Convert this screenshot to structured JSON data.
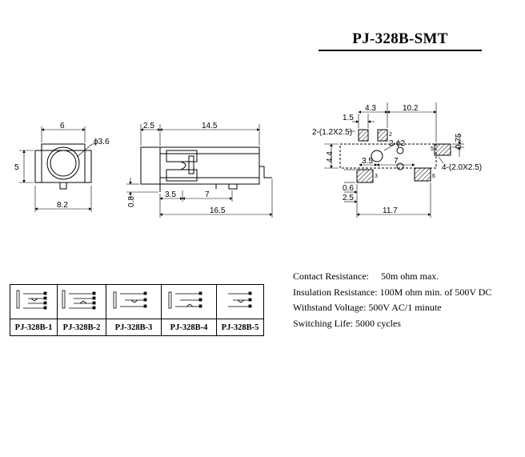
{
  "title": "PJ-328B-SMT",
  "front_view": {
    "width": "6",
    "height": "5",
    "bottom_width": "8.2",
    "hole": "ϕ3.6"
  },
  "side_view": {
    "left": "2.5",
    "length": "14.5",
    "pin_height": "0.8",
    "pin1": "3.5",
    "pin2": "7",
    "total": "16.5"
  },
  "footprint": {
    "d1_5": "1.5",
    "d4_3": "4.3",
    "d10_2": "10.2",
    "d0_75": "0.75",
    "slot_label": "2-(1.2X2.5)",
    "hole_label": "2-ϕ2",
    "pad_label": "4-(2.0X2.5)",
    "d4_4": "4.4",
    "d3_5": "3.5",
    "d7": "7",
    "d0_6": "0.6",
    "d2_5": "2.5",
    "d11_7": "11.7",
    "pin_5": "5",
    "pin_3": "3",
    "pin_6": "6",
    "pin_2": "2"
  },
  "specs": {
    "contact": "Contact Resistance:     50m ohm max.",
    "insulation": "Insulation Resistance: 100M ohm min. of 500V DC",
    "voltage": "Withstand Voltage: 500V AC/1 minute",
    "life": "Switching Life: 5000 cycles"
  },
  "variants": [
    "PJ-328B-1",
    "PJ-328B-2",
    "PJ-328B-3",
    "PJ-328B-4",
    "PJ-328B-5"
  ]
}
